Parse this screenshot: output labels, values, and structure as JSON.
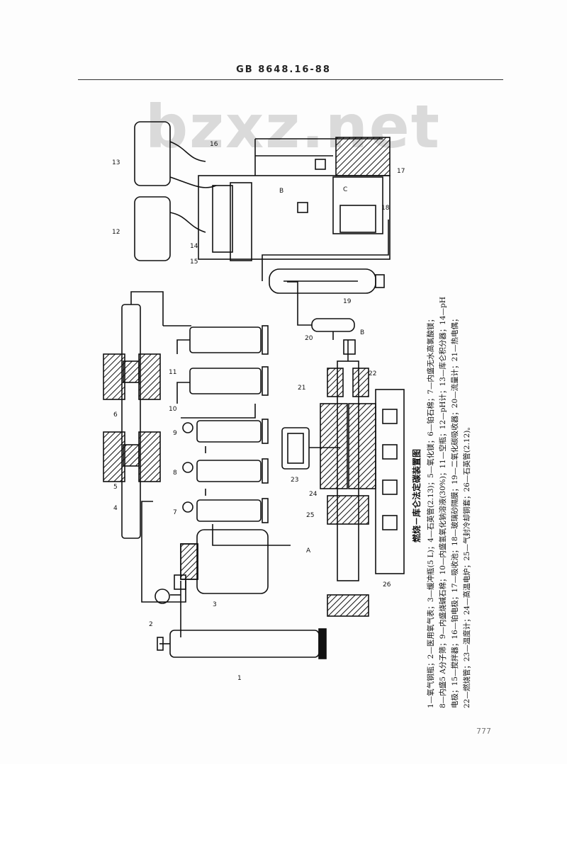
{
  "header": {
    "standard": "GB 8648.16-88"
  },
  "watermark": "bzxz.net",
  "figure": {
    "caption": "燃烧－库仑法定碳装置图",
    "legend": [
      "1—氧气钢瓶；2—医用氧气表；3—缓冲瓶(5 L)；4—石英管(2.13)；5—氧化镁；6—铂石棉；7—内盛无水高氯酸镁；",
      "8—内盛5 A分子筛；9—内盛烧碱石棉；10—内盛氢氧化钠溶液(30%)；11—空瓶；12—pH计；13—库仑积分器；14—pH",
      "电极；15—搅拌器；16—铂电极；17—吸收池；18—玻璃砂隔膜；19—二氧化碳吸收器；20—流量计；21—热电偶；",
      "22—燃烧管；23—温度计；24—高温电炉；25—气封冷却铜套；26—石英管(2.12)。"
    ],
    "labels": [
      "1",
      "2",
      "3",
      "4",
      "5",
      "6",
      "7",
      "8",
      "9",
      "10",
      "11",
      "12",
      "13",
      "14",
      "15",
      "16",
      "17",
      "18",
      "19",
      "20",
      "21",
      "22",
      "23",
      "24",
      "25",
      "26",
      "A",
      "B",
      "B",
      "C"
    ]
  },
  "page_number": "777"
}
